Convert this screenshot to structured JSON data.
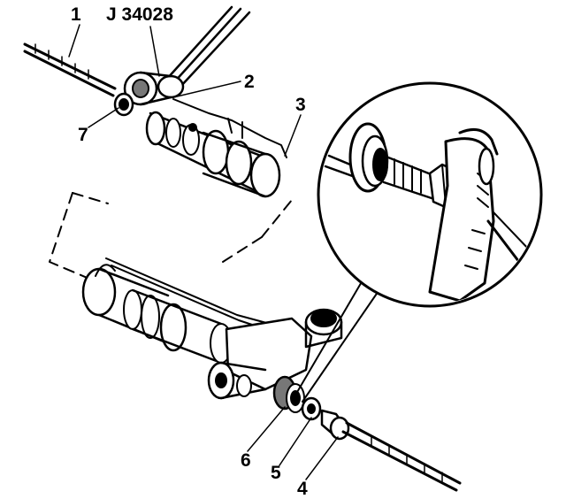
{
  "labels": {
    "l1": "1",
    "tool": "J 34028",
    "l2": "2",
    "l3": "3",
    "l4": "4",
    "l5": "5",
    "l6": "6",
    "l7": "7"
  },
  "colors": {
    "ink": "#000000",
    "paper": "#ffffff",
    "shade": "#777777"
  }
}
